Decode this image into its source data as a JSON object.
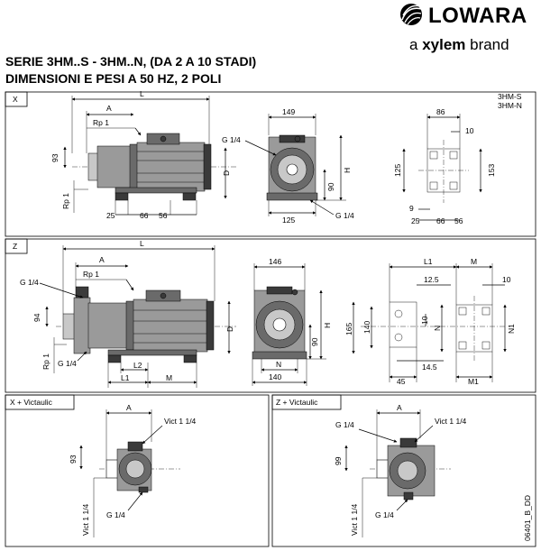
{
  "brand": {
    "name": "LOWARA",
    "tagline_prefix": "a ",
    "tagline_brand": "xylem",
    "tagline_suffix": " brand"
  },
  "title": {
    "line1": "SERIE 3HM..S - 3HM..N, (DA 2 A 10 STADI)",
    "line2": "DIMENSIONI E PESI A 50 HZ, 2 POLI"
  },
  "panels": {
    "x": {
      "label": "X",
      "models": [
        "3HM-S",
        "3HM-N"
      ],
      "side": {
        "L": "L",
        "A": "A",
        "rp1": "Rp 1",
        "d93": "93",
        "rp1v": "Rp 1",
        "d25": "25",
        "d66": "66",
        "d56": "56"
      },
      "front": {
        "w149": "149",
        "g14a": "G 1/4",
        "d90": "90",
        "D": "D",
        "H": "H",
        "g14b": "G 1/4",
        "w125": "125"
      },
      "base": {
        "w86": "86",
        "w10": "10",
        "h125": "125",
        "h153": "153",
        "w9": "9",
        "w25": "25",
        "w66": "66",
        "w56": "56"
      }
    },
    "z": {
      "label": "Z",
      "side": {
        "L": "L",
        "A": "A",
        "g14a": "G 1/4",
        "rp1": "Rp 1",
        "d94": "94",
        "rp1v": "Rp 1",
        "g14b": "G 1/4",
        "D": "D",
        "L2": "L2",
        "L1": "L1",
        "M": "M"
      },
      "front": {
        "w146": "146",
        "H": "H",
        "d90": "90",
        "N": "N",
        "w140": "140"
      },
      "base": {
        "L1": "L1",
        "M": "M",
        "w125": "12.5",
        "w10": "10",
        "h165": "165",
        "h140": "140",
        "d10": "10",
        "N": "N",
        "N1": "N1",
        "w145": "14.5",
        "w45": "45",
        "M1": "M1"
      }
    },
    "xv": {
      "label": "X + Victaulic",
      "A": "A",
      "vict": "Vict 1 1/4",
      "d93": "93",
      "victv": "Vict 1 1/4",
      "g14": "G 1/4"
    },
    "zv": {
      "label": "Z + Victaulic",
      "A": "A",
      "g14a": "G 1/4",
      "vict": "Vict 1 1/4",
      "d99": "99",
      "victv": "Vict 1 1/4",
      "g14b": "G 1/4",
      "ref": "06401_B_DD"
    }
  }
}
